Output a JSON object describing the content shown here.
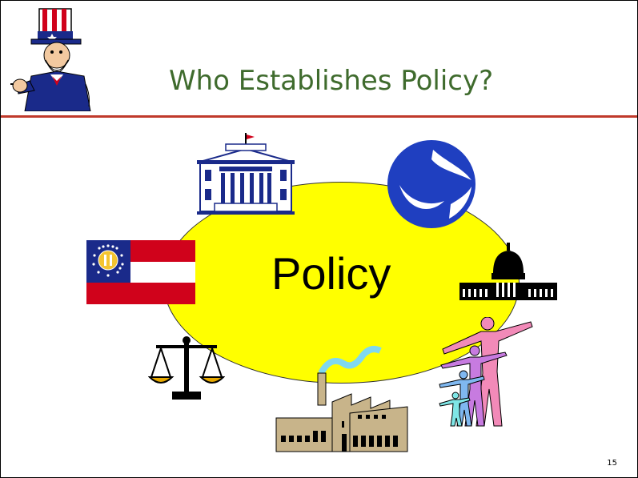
{
  "slide": {
    "title": "Who Establishes Policy?",
    "center_label": "Policy",
    "page_number": "15"
  },
  "colors": {
    "title": "#3f6b2d",
    "rule": "#c0392b",
    "ellipse_fill": "#ffff00",
    "dot_blue": "#1f3fc0"
  },
  "icons": [
    "uncle-sam-icon",
    "white-house-icon",
    "dot-logo-icon",
    "georgia-flag-icon",
    "capitol-icon",
    "scales-of-justice-icon",
    "factory-icon",
    "people-icon"
  ]
}
